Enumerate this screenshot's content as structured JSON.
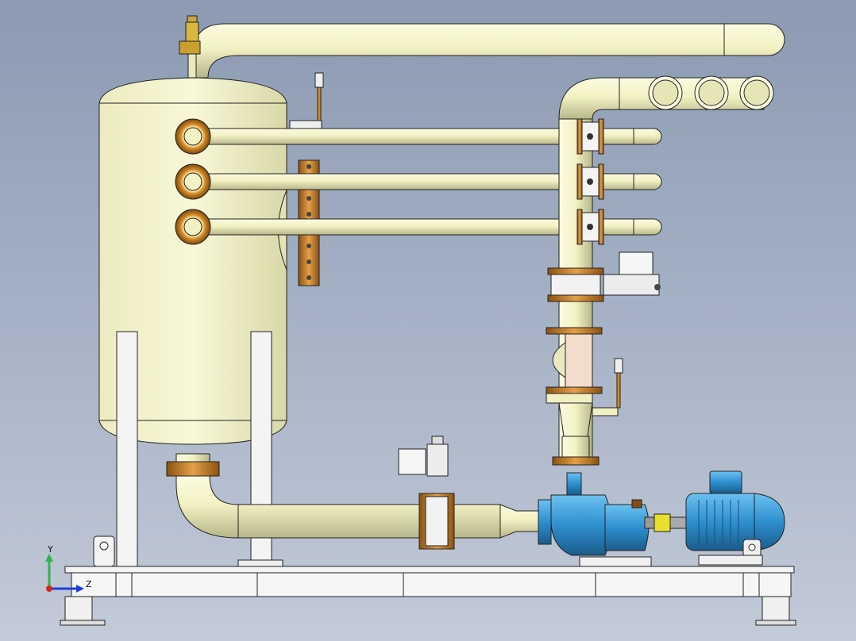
{
  "viewport": {
    "background_top": "#8c9ab2",
    "background_bottom": "#c3cad8"
  },
  "colors": {
    "pipe": "#f3f2c4",
    "pipe_shade": "#bdbc8e",
    "vessel": "#f5f5cc",
    "flange_ring": "#d68a24",
    "flange_dark": "#7a4a10",
    "pump_blue": "#2e8fcf",
    "frame": "#f4f4f4",
    "outline": "#222222"
  },
  "axis_triad": {
    "y_label": "Y",
    "z_label": "Z",
    "y_color": "#2fb34a",
    "z_color": "#1d3fd6",
    "x_color": "#d6281d"
  },
  "components": [
    "top-return-pipe",
    "vent-valve-icon",
    "storage-tank",
    "tank-nozzle-pipes",
    "header-pipe-outlets",
    "inline-flanged-valves",
    "check-valve-assembly",
    "sight-glass-strainer",
    "suction-line",
    "centrifugal-pump",
    "electric-motor",
    "base-frame"
  ]
}
